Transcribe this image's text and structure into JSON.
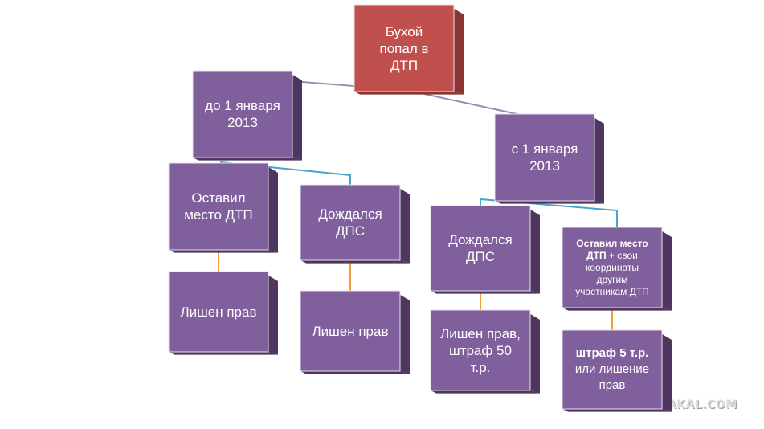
{
  "colors": {
    "root_face": "#c0504d",
    "root_edge": "#8b3431",
    "node_face": "#7f5f9c",
    "node_edge": "#4e365f",
    "line_root": "#9b8ab5",
    "line_blue": "#4aa3c8",
    "line_orange": "#f29b3a"
  },
  "nodes": {
    "root": {
      "lines": [
        "Бухой",
        "попал в",
        "ДТП"
      ]
    },
    "before_2013": {
      "lines": [
        "до 1 января",
        "2013"
      ]
    },
    "after_2013": {
      "lines": [
        "с 1 января",
        "2013"
      ]
    },
    "left_left": {
      "lines": [
        "Оставил",
        "место ДТП"
      ]
    },
    "left_right": {
      "lines": [
        "Дождался",
        "ДПС"
      ]
    },
    "right_left": {
      "lines": [
        "Дождался",
        "ДПС"
      ]
    },
    "right_right": {
      "bold_part": "Оставил место",
      "bold_part2": "ДТП",
      "rest_inline": " + свои",
      "rest_lines": [
        "координаты",
        "другим",
        "участникам ДТП"
      ]
    },
    "result_ll": {
      "lines": [
        "Лишен прав"
      ]
    },
    "result_lr": {
      "lines": [
        "Лишен прав"
      ]
    },
    "result_rl": {
      "lines": [
        "Лишен прав,",
        "штраф 50",
        "т.р."
      ]
    },
    "result_rr": {
      "bold_part": "штраф 5 т.р.",
      "rest_lines": [
        "или лишение",
        "прав"
      ]
    }
  },
  "watermark": "YAPLAKAL.COM"
}
